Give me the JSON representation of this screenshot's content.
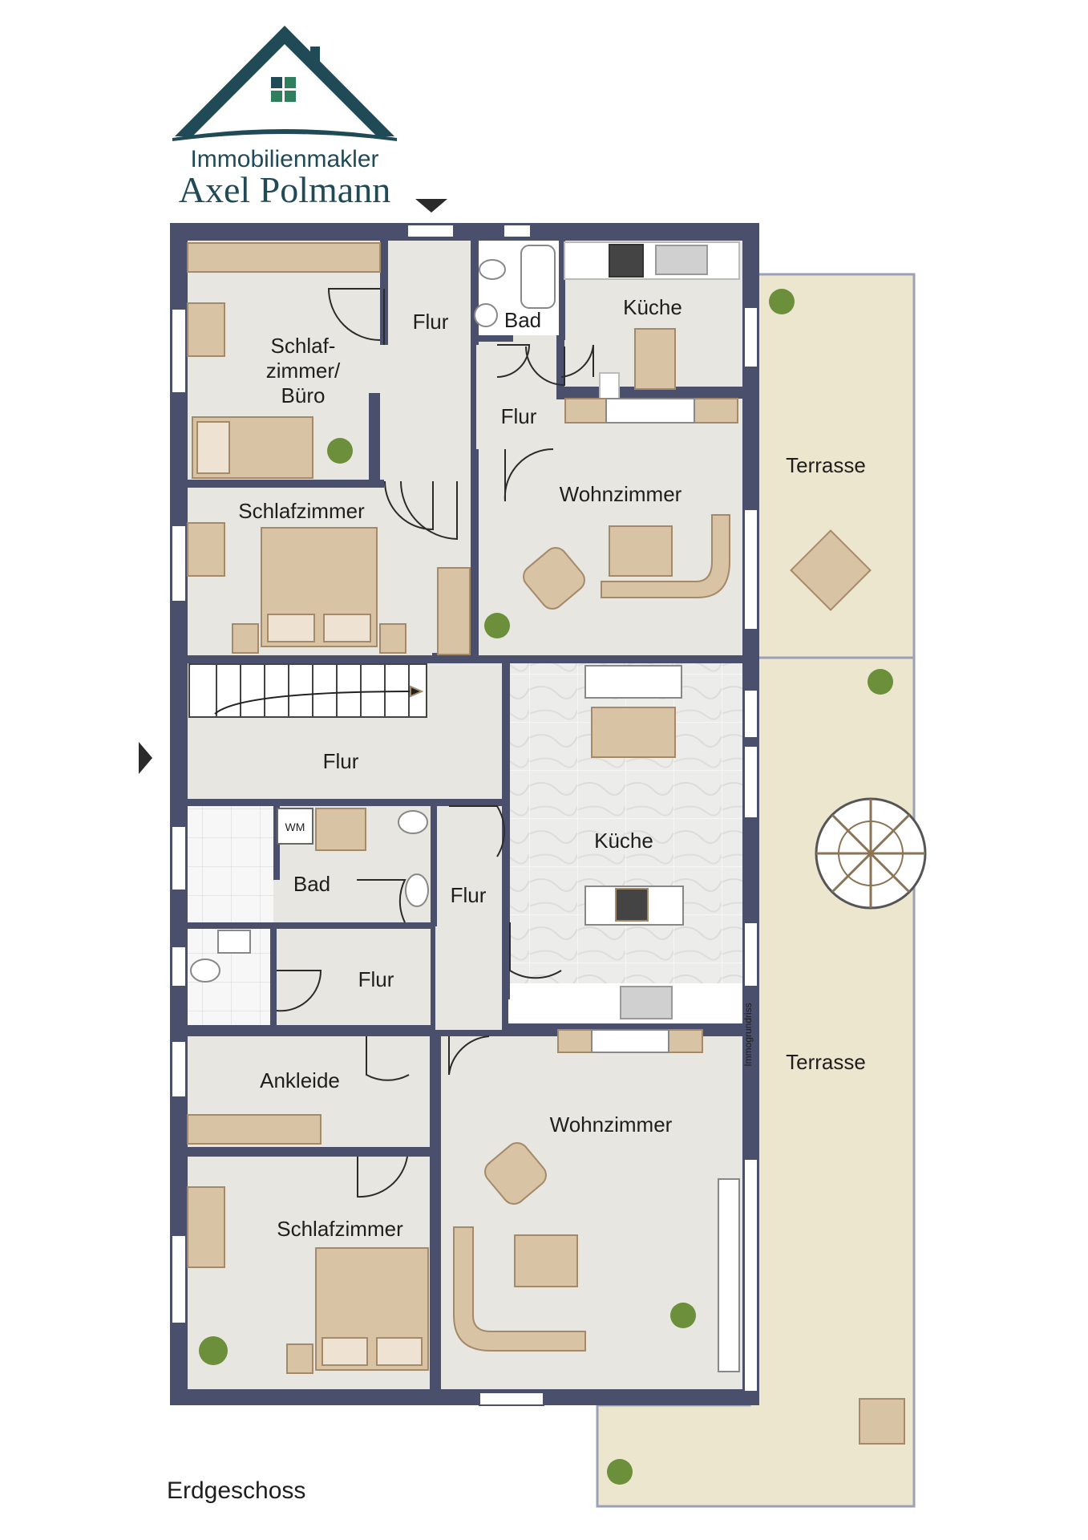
{
  "logo": {
    "line1": "Immobilienmakler",
    "line2": "Axel Polmann",
    "brand_color": "#1f4a56",
    "window_color": "#2f7f5f"
  },
  "rooms": {
    "upper": {
      "schlafzimmer_buero_1": "Schlaf-",
      "schlafzimmer_buero_2": "zimmer/",
      "schlafzimmer_buero_3": "Büro",
      "flur_a": "Flur",
      "bad": "Bad",
      "kueche": "Küche",
      "flur_b": "Flur",
      "wohnzimmer": "Wohnzimmer",
      "schlafzimmer": "Schlafzimmer",
      "terrasse": "Terrasse"
    },
    "lower": {
      "flur_main": "Flur",
      "bad": "Bad",
      "wm": "WM",
      "flur_mid": "Flur",
      "flur_small": "Flur",
      "kueche": "Küche",
      "ankleide": "Ankleide",
      "wohnzimmer": "Wohnzimmer",
      "schlafzimmer": "Schlafzimmer",
      "terrasse": "Terrasse"
    }
  },
  "watermark": "Immogrundriss",
  "floor_label": "Erdgeschoss",
  "colors": {
    "wall": "#4a4f6b",
    "floor": "#e8e6e1",
    "terrace": "#ede6cf",
    "furniture": "#d8c3a5",
    "furniture_dark": "#b59b78",
    "tile": "#f4f4f4"
  }
}
